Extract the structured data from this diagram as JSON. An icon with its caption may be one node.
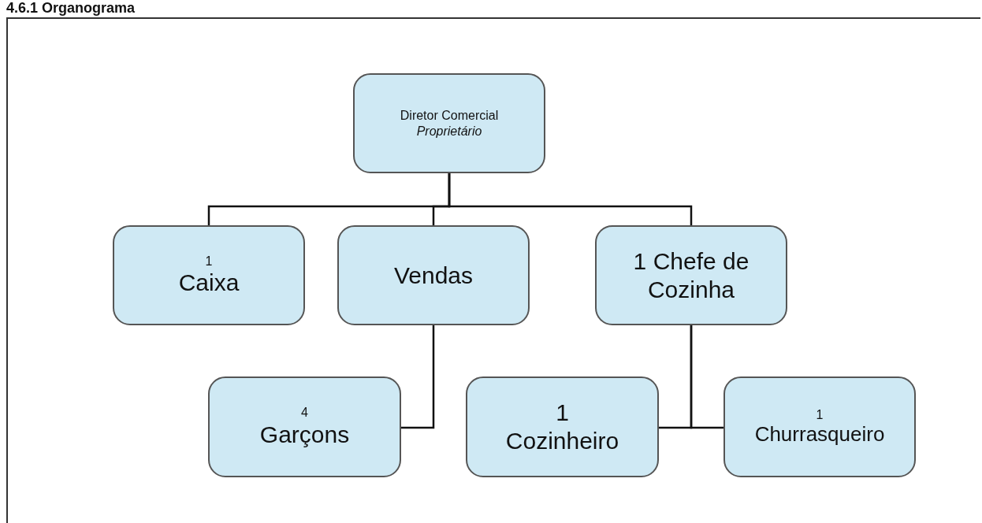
{
  "diagram": {
    "title": "4.6.1 Organograma",
    "nodes": [
      {
        "text": [
          "Diretor Comercial",
          "Proprietário"
        ]
      },
      {
        "text": [
          "1",
          "Caixa"
        ]
      },
      {
        "text": [
          "Vendas"
        ]
      },
      {
        "text": [
          "1 Chefe de Cozinha"
        ]
      },
      {
        "text": [
          "4",
          "Garçons"
        ]
      },
      {
        "text": [
          "1",
          "Cozinheiro"
        ]
      },
      {
        "text": [
          "1",
          "Churrasqueiro"
        ]
      }
    ],
    "edges": [
      {
        "from": 0,
        "to": 1,
        "arrow": "none"
      },
      {
        "from": 0,
        "to": 2,
        "arrow": "none"
      },
      {
        "from": 0,
        "to": 3,
        "arrow": "none"
      },
      {
        "from": 2,
        "to": 4,
        "arrow": "none"
      },
      {
        "from": 3,
        "to": 5,
        "arrow": "none"
      },
      {
        "from": 3,
        "to": 6,
        "arrow": "none"
      }
    ]
  }
}
